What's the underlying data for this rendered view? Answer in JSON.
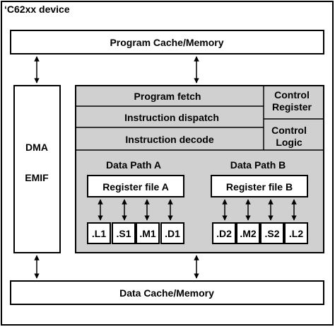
{
  "title": "‘C62xx device",
  "program_memory": "Program Cache/Memory",
  "data_memory": "Data Cache/Memory",
  "dma": "DMA",
  "emif": "EMIF",
  "core": {
    "stages": [
      "Program fetch",
      "Instruction dispatch",
      "Instruction decode"
    ],
    "control_register": [
      "Control",
      "Register"
    ],
    "control_logic": [
      "Control",
      "Logic"
    ]
  },
  "data_path_a": {
    "title": "Data Path A",
    "register_file": "Register file A",
    "units": [
      ".L1",
      ".S1",
      ".M1",
      ".D1"
    ]
  },
  "data_path_b": {
    "title": "Data Path B",
    "register_file": "Register file B",
    "units": [
      ".D2",
      ".M2",
      ".S2",
      ".L2"
    ]
  },
  "colors": {
    "core_fill": "#d0d0d0",
    "stroke": "#000000",
    "box_fill": "#ffffff"
  }
}
